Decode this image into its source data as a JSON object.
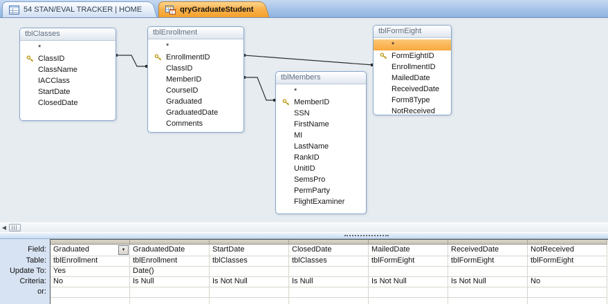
{
  "tabs": [
    {
      "label": "54 STAN/EVAL TRACKER | HOME",
      "icon": "form-icon",
      "active": false
    },
    {
      "label": "qryGraduateStudent",
      "icon": "query-icon",
      "active": true
    }
  ],
  "tables": [
    {
      "name": "tblClasses",
      "fields": [
        {
          "name": "*"
        },
        {
          "name": "ClassID",
          "key": true
        },
        {
          "name": "ClassName"
        },
        {
          "name": "IACClass"
        },
        {
          "name": "StartDate"
        },
        {
          "name": "ClosedDate"
        }
      ]
    },
    {
      "name": "tblEnrollment",
      "fields": [
        {
          "name": "*"
        },
        {
          "name": "EnrollmentID",
          "key": true
        },
        {
          "name": "ClassID"
        },
        {
          "name": "MemberID"
        },
        {
          "name": "CourseID"
        },
        {
          "name": "Graduated"
        },
        {
          "name": "GraduatedDate"
        },
        {
          "name": "Comments"
        }
      ]
    },
    {
      "name": "tblMembers",
      "fields": [
        {
          "name": "*"
        },
        {
          "name": "MemberID",
          "key": true
        },
        {
          "name": "SSN"
        },
        {
          "name": "FirstName"
        },
        {
          "name": "MI"
        },
        {
          "name": "LastName"
        },
        {
          "name": "RankID"
        },
        {
          "name": "UnitID"
        },
        {
          "name": "SemsPro"
        },
        {
          "name": "PermParty"
        },
        {
          "name": "FlightExaminer"
        }
      ]
    },
    {
      "name": "tblFormEight",
      "fields": [
        {
          "name": "*",
          "selected": true
        },
        {
          "name": "FormEightID",
          "key": true
        },
        {
          "name": "EnrollmentID"
        },
        {
          "name": "MailedDate"
        },
        {
          "name": "ReceivedDate"
        },
        {
          "name": "Form8Type"
        },
        {
          "name": "NotReceived"
        }
      ]
    }
  ],
  "joins": [
    {
      "from": "tblClasses.ClassID",
      "to": "tblEnrollment.ClassID"
    },
    {
      "from": "tblEnrollment.EnrollmentID",
      "to": "tblFormEight.EnrollmentID"
    },
    {
      "from": "tblEnrollment.MemberID",
      "to": "tblMembers.MemberID"
    }
  ],
  "grid": {
    "row_labels": [
      "Field:",
      "Table:",
      "Update To:",
      "Criteria:",
      "or:"
    ],
    "columns": [
      {
        "field": "Graduated",
        "table": "tblEnrollment",
        "update_to": "Yes",
        "criteria": "No",
        "or": "",
        "dropdown": true
      },
      {
        "field": "GraduatedDate",
        "table": "tblEnrollment",
        "update_to": "Date()",
        "criteria": "Is Null",
        "or": ""
      },
      {
        "field": "StartDate",
        "table": "tblClasses",
        "update_to": "",
        "criteria": "Is Not Null",
        "or": ""
      },
      {
        "field": "ClosedDate",
        "table": "tblClasses",
        "update_to": "",
        "criteria": "Is Null",
        "or": ""
      },
      {
        "field": "MailedDate",
        "table": "tblFormEight",
        "update_to": "",
        "criteria": "Is Not Null",
        "or": ""
      },
      {
        "field": "ReceivedDate",
        "table": "tblFormEight",
        "update_to": "",
        "criteria": "Is Not Null",
        "or": ""
      },
      {
        "field": "NotReceived",
        "table": "tblFormEight",
        "update_to": "",
        "criteria": "No",
        "or": ""
      }
    ]
  },
  "colors": {
    "active_tab_orange": "#f9b04a",
    "selected_row_orange": "#f9a83d",
    "canvas_background": "#e7ecf0",
    "grid_pane_blue": "#d7e2f2"
  }
}
